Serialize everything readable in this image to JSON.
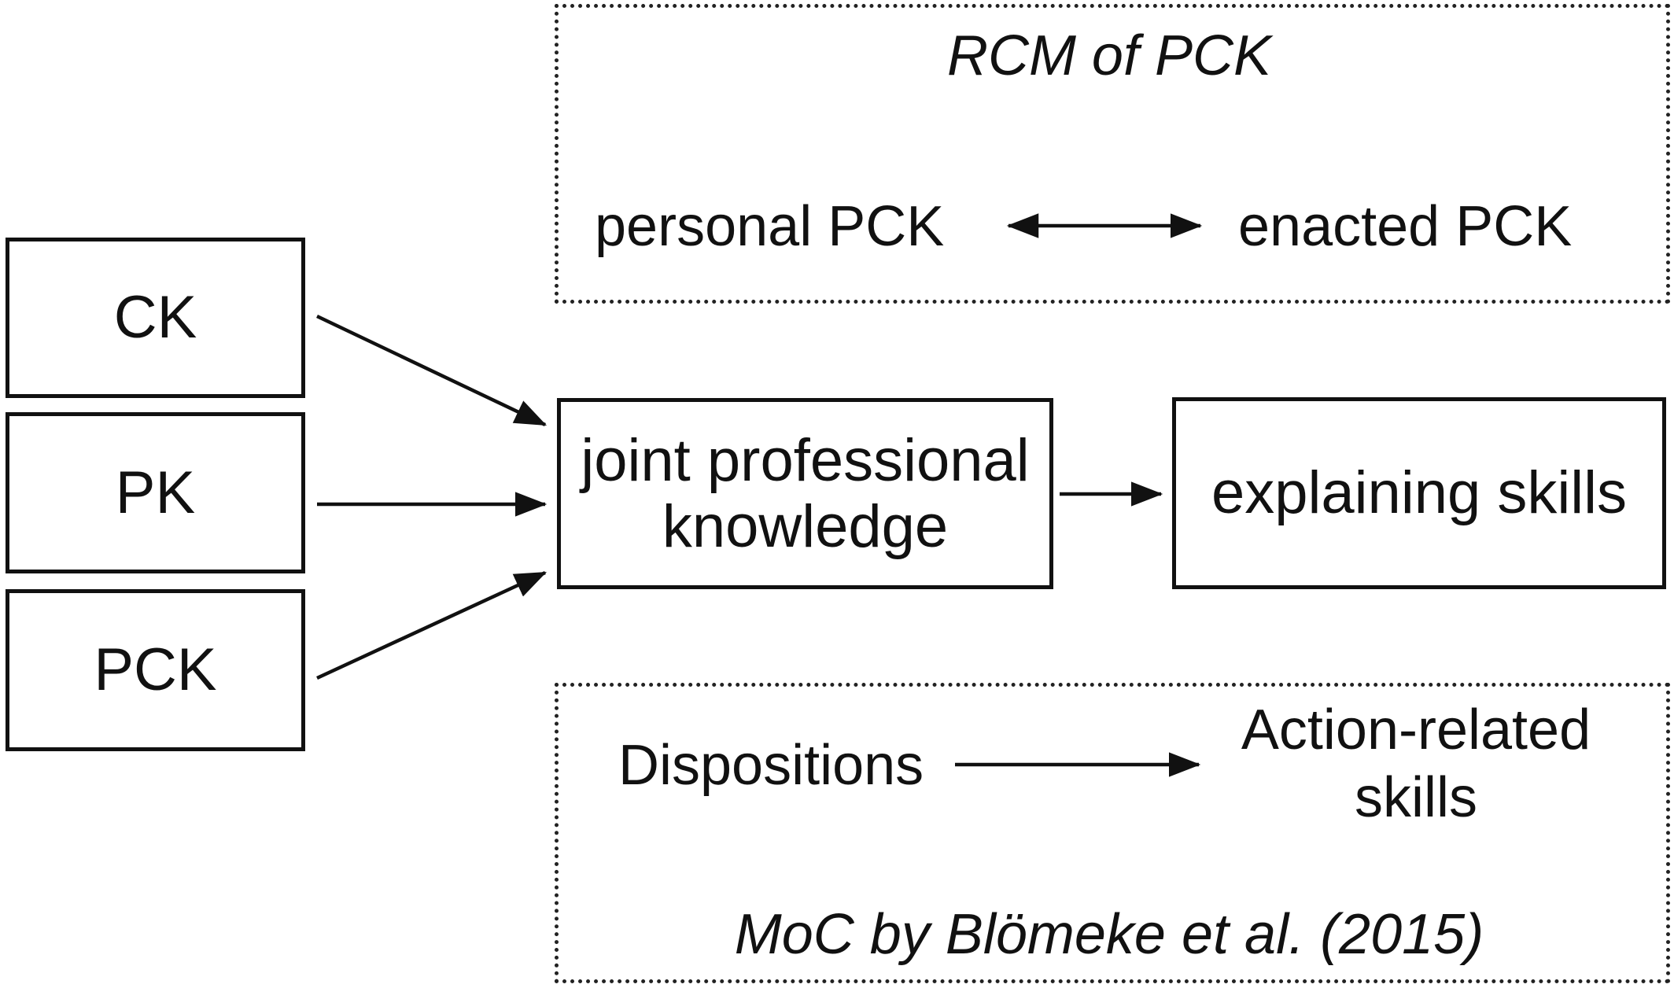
{
  "inputs": {
    "ck": "CK",
    "pk": "PK",
    "pck": "PCK"
  },
  "joint": {
    "line1": "joint professional",
    "line2": "knowledge"
  },
  "output": "explaining skills",
  "rcm_panel": {
    "title": "RCM of PCK",
    "left": "personal PCK",
    "right": "enacted PCK"
  },
  "moc_panel": {
    "left": "Dispositions",
    "right_line1": "Action-related",
    "right_line2": "skills",
    "caption": "MoC by Blömeke et al. (2015)"
  }
}
